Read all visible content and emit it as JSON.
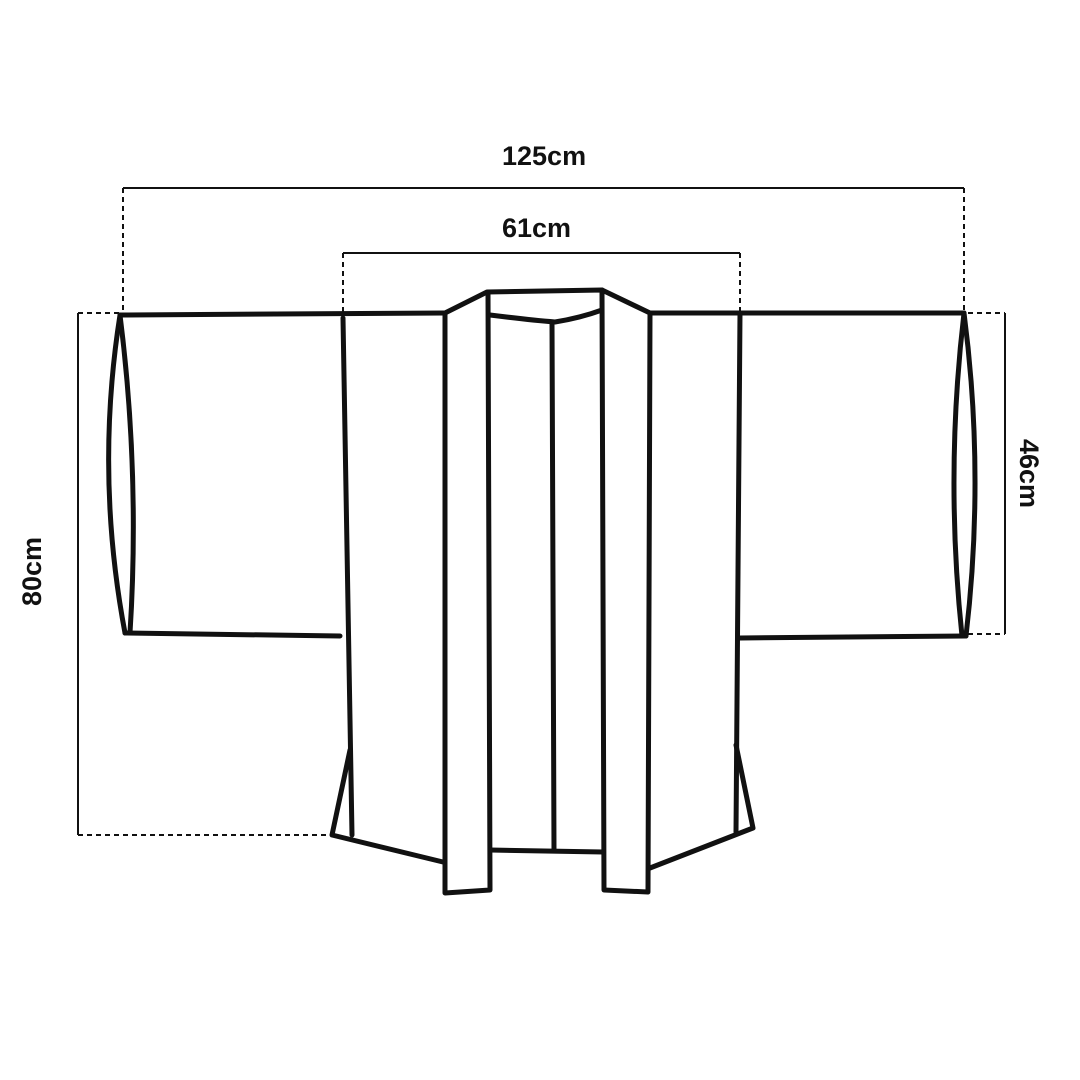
{
  "measurements": {
    "total_width": "125cm",
    "body_width": "61cm",
    "length": "80cm",
    "sleeve_height": "46cm"
  }
}
